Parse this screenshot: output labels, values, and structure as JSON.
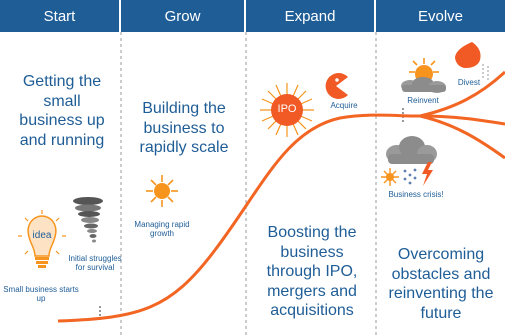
{
  "phases": [
    "Start",
    "Grow",
    "Expand",
    "Evolve"
  ],
  "descriptions": {
    "start": "Getting the small business up and running",
    "grow": "Building the business to rapidly scale",
    "expand": "Boosting the business through IPO, mergers and acquisitions",
    "evolve": "Overcoming obstacles and reinventing the future"
  },
  "labels": {
    "idea": "idea",
    "small_business": "Small business starts up",
    "initial_struggles": "Initial struggles for survival",
    "managing_growth": "Managing rapid growth",
    "ipo": "IPO",
    "acquire": "Acquire",
    "reinvent": "Reinvent",
    "divest": "Divest",
    "business_crisis": "Business crisis!"
  },
  "colors": {
    "header": "#1f5d97",
    "text": "#1f5d97",
    "curve": "#f26522",
    "divider": "#9a9a9a",
    "sun": "#f7941d",
    "cloud": "#8c8c8c"
  }
}
